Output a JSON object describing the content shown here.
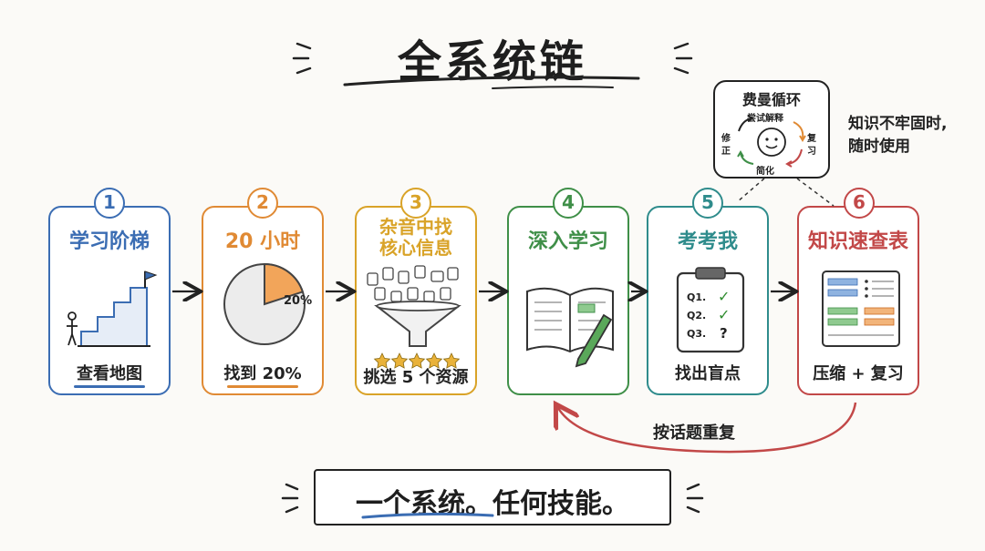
{
  "title": "全系统链",
  "steps": [
    {
      "num": "1",
      "title": "学习阶梯",
      "footer": "查看地图",
      "color": "#3b6db3"
    },
    {
      "num": "2",
      "title": "20 小时",
      "footer": "找到 20%",
      "color": "#e08a34",
      "pie_label": "20%",
      "pie_fraction": 0.2
    },
    {
      "num": "3",
      "title_line1": "杂音中找",
      "title_line2": "核心信息",
      "footer": "挑选 5 个资源",
      "color": "#d9a328"
    },
    {
      "num": "4",
      "title": "深入学习",
      "footer": "",
      "color": "#3f8f48"
    },
    {
      "num": "5",
      "title": "考考我",
      "footer": "找出盲点",
      "color": "#2f8c8c",
      "quiz": [
        "Q1.",
        "Q2.",
        "Q3."
      ],
      "quiz_marks": [
        "✓",
        "✓",
        "?"
      ]
    },
    {
      "num": "6",
      "title": "知识速查表",
      "footer": "压缩 + 复习",
      "color": "#c24848"
    }
  ],
  "feynman": {
    "title": "费曼循环",
    "top": "尝试解释",
    "right_1": "复",
    "right_2": "习",
    "bottom": "简化",
    "left_1": "修",
    "left_2": "正"
  },
  "side_note": {
    "line1": "知识不牢固时,",
    "line2": "随时使用"
  },
  "loop_label": "按话题重复",
  "slogan": "一个系统。任何技能。"
}
